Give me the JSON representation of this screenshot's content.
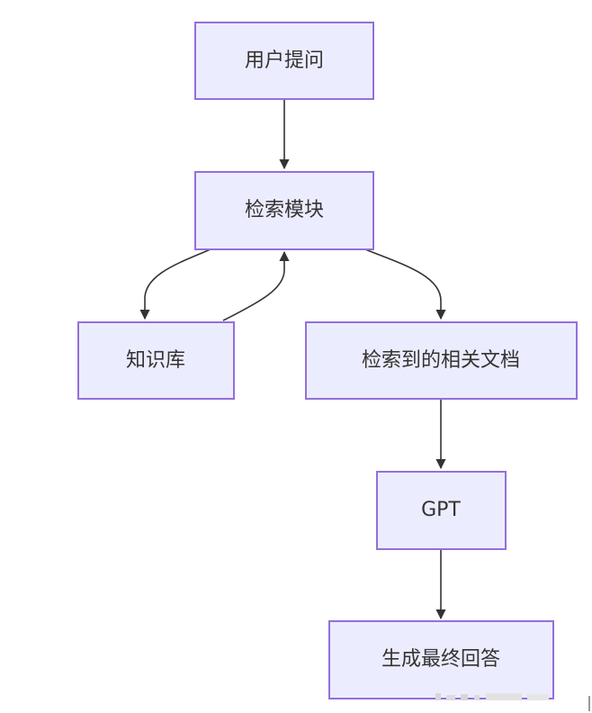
{
  "diagram": {
    "nodes": {
      "user_question": "用户提问",
      "retrieval_module": "检索模块",
      "knowledge_base": "知识库",
      "retrieved_docs": "检索到的相关文档",
      "gpt": "GPT",
      "final_answer": "生成最终回答"
    },
    "edges": [
      {
        "from": "用户提问",
        "to": "检索模块"
      },
      {
        "from": "检索模块",
        "to": "知识库"
      },
      {
        "from": "知识库",
        "to": "检索模块"
      },
      {
        "from": "检索模块",
        "to": "检索到的相关文档"
      },
      {
        "from": "检索到的相关文档",
        "to": "GPT"
      },
      {
        "from": "GPT",
        "to": "生成最终回答"
      }
    ],
    "colors": {
      "node_fill": "#ECECFF",
      "node_stroke": "#9370DB",
      "edge": "#333333",
      "text": "#333333"
    }
  }
}
